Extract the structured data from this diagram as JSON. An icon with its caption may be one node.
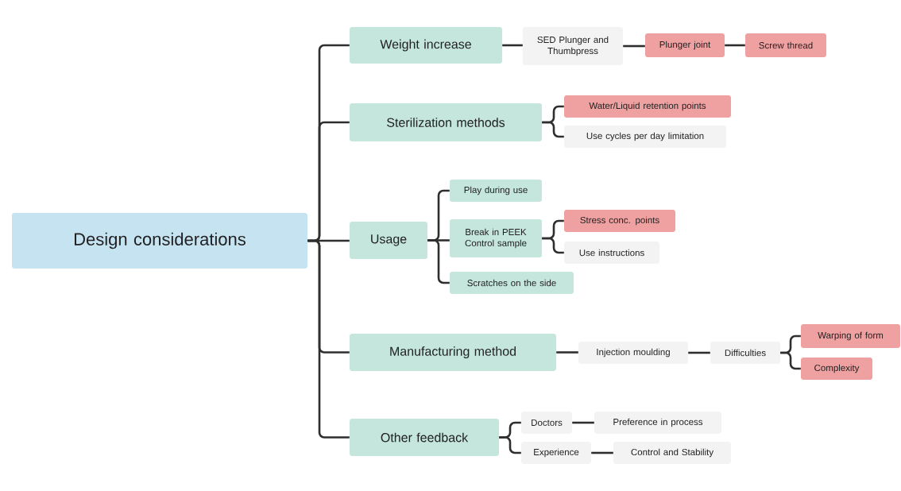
{
  "diagram": {
    "nodes": [
      {
        "text": [
          "Design considerations"
        ]
      },
      {
        "text": [
          "Weight increase"
        ]
      },
      {
        "text": [
          "SED Plunger and Thumbpress"
        ]
      },
      {
        "text": [
          "Plunger joint"
        ]
      },
      {
        "text": [
          "Screw thread"
        ]
      },
      {
        "text": [
          "Sterilization methods"
        ]
      },
      {
        "text": [
          "Water/Liquid retention points"
        ]
      },
      {
        "text": [
          "Use cycles per day limitation"
        ]
      },
      {
        "text": [
          "Usage"
        ]
      },
      {
        "text": [
          "Play during use"
        ]
      },
      {
        "text": [
          "Break in PEEK Control sample"
        ]
      },
      {
        "text": [
          "Stress conc. points"
        ]
      },
      {
        "text": [
          "Use instructions"
        ]
      },
      {
        "text": [
          "Scratches on the side"
        ]
      },
      {
        "text": [
          "Manufacturing method"
        ]
      },
      {
        "text": [
          "Injection moulding"
        ]
      },
      {
        "text": [
          "Difficulties"
        ]
      },
      {
        "text": [
          "Warping of form"
        ]
      },
      {
        "text": [
          "Complexity"
        ]
      },
      {
        "text": [
          "Other feedback"
        ]
      },
      {
        "text": [
          "Doctors"
        ]
      },
      {
        "text": [
          "Preference in process"
        ]
      },
      {
        "text": [
          "Experience"
        ]
      },
      {
        "text": [
          "Control and Stability"
        ]
      }
    ],
    "edges": [
      {
        "from": 0,
        "to": 1,
        "arrow": "none"
      },
      {
        "from": 0,
        "to": 5,
        "arrow": "none"
      },
      {
        "from": 0,
        "to": 8,
        "arrow": "none"
      },
      {
        "from": 0,
        "to": 14,
        "arrow": "none"
      },
      {
        "from": 0,
        "to": 19,
        "arrow": "none"
      },
      {
        "from": 1,
        "to": 2,
        "arrow": "none"
      },
      {
        "from": 2,
        "to": 3,
        "arrow": "none"
      },
      {
        "from": 3,
        "to": 4,
        "arrow": "none"
      },
      {
        "from": 5,
        "to": 6,
        "arrow": "none"
      },
      {
        "from": 5,
        "to": 7,
        "arrow": "none"
      },
      {
        "from": 8,
        "to": 9,
        "arrow": "none"
      },
      {
        "from": 8,
        "to": 10,
        "arrow": "none"
      },
      {
        "from": 8,
        "to": 13,
        "arrow": "none"
      },
      {
        "from": 10,
        "to": 11,
        "arrow": "none"
      },
      {
        "from": 10,
        "to": 12,
        "arrow": "none"
      },
      {
        "from": 14,
        "to": 15,
        "arrow": "none"
      },
      {
        "from": 15,
        "to": 16,
        "arrow": "none"
      },
      {
        "from": 16,
        "to": 17,
        "arrow": "none"
      },
      {
        "from": 16,
        "to": 18,
        "arrow": "none"
      },
      {
        "from": 19,
        "to": 20,
        "arrow": "none"
      },
      {
        "from": 19,
        "to": 22,
        "arrow": "none"
      },
      {
        "from": 20,
        "to": 21,
        "arrow": "none"
      },
      {
        "from": 22,
        "to": 23,
        "arrow": "none"
      }
    ]
  }
}
